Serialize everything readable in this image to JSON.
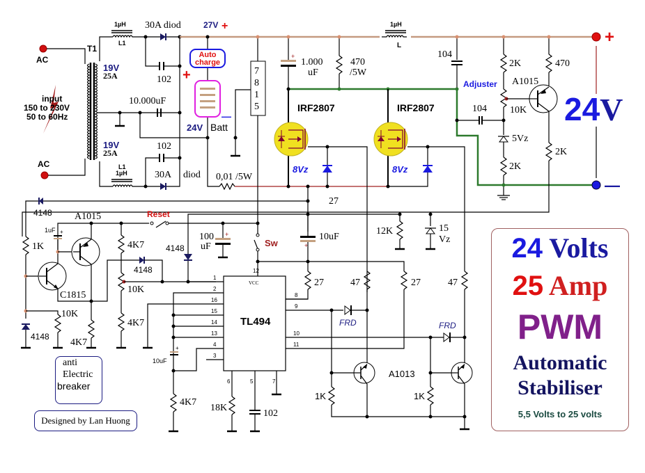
{
  "title_box": {
    "line1_num": "24",
    "line1_text": "Volts",
    "line2_num": "25",
    "line2_text": "Amp",
    "line3": "PWM",
    "line4": "Automatic",
    "line5": "Stabiliser",
    "line6": "5,5 Volts to 25 volts"
  },
  "output": {
    "voltage_num": "24",
    "voltage_unit": "V",
    "plus": "+",
    "minus": "—"
  },
  "notes": {
    "anti_breaker": [
      "anti",
      "Electric",
      "breaker"
    ],
    "designed_by": "Designed by Lan Huong"
  },
  "input": {
    "ac_top": "AC",
    "ac_bottom": "AC",
    "label_line1": "input",
    "label_line2": "150 to 230V",
    "label_line3": "50 to 60Hz"
  },
  "transformer": {
    "name": "T1",
    "secondary_top_v": "19V",
    "secondary_top_a": "25A",
    "secondary_bot_v": "19V",
    "secondary_bot_a": "25A"
  },
  "rectifier": {
    "inductor_top_value": "1µH",
    "inductor_top_name": "L1",
    "inductor_bot_value": "1µH",
    "inductor_bot_name": "L1",
    "diode_top": "30A diod",
    "diode_bot_a": "30A",
    "diode_bot_b": "diod",
    "cap_top": "102",
    "cap_mid": "10.000uF",
    "cap_bot": "102",
    "rail_voltage": "27V",
    "rail_plus": "+"
  },
  "battery": {
    "auto_line1": "Auto",
    "auto_line2": "charge",
    "plus": "+",
    "minus": "—",
    "voltage": "24V",
    "name": "Batt",
    "shunt": "0,01 /5W"
  },
  "regulator": {
    "digits": [
      "7",
      "8",
      "1",
      "5"
    ]
  },
  "power_stage": {
    "cap_1000_line1": "1.000",
    "cap_1000_line2": "uF",
    "res_470_line1": "470",
    "res_470_line2": "/5W",
    "mosfet_1": "IRF2807",
    "mosfet_2": "IRF2807",
    "zener_1": "8Vz",
    "zener_2": "8Vz",
    "res_27_mid": "27",
    "inductor_out_value": "1µH",
    "inductor_out_name": "L"
  },
  "feedback": {
    "cap_104_top": "104",
    "cap_104_mid": "104",
    "adjuster": "Adjuster",
    "res_2k_top": "2K",
    "pot_10k": "10K",
    "zener_5v": "5Vz",
    "res_2k_bot": "2K",
    "res_470": "470",
    "transistor": "A1015",
    "res_2k_right": "2K"
  },
  "protection": {
    "diode_4148_top": "4148",
    "transistor_a1015": "A1015",
    "transistor_c1815": "C1815",
    "cap_1uf": "1uF",
    "res_1k": "1K",
    "res_4k7_a": "4K7",
    "res_4k7_b": "4K7",
    "res_4k7_c": "4K7",
    "pot_10k": "10K",
    "diode_4148_mid": "4148",
    "diode_4148_right": "4148",
    "diode_4148_bot": "4148",
    "res_10k": "10K",
    "reset": "Reset",
    "cap_100_line1": "100",
    "cap_100_line2": "uF",
    "sw": "Sw",
    "cap_10uf_top": "10uF",
    "res_27_a": "27",
    "res_12k": "12K",
    "zener_15_line1": "15",
    "zener_15_line2": "Vz"
  },
  "tl494": {
    "name": "TL494",
    "vcc": "VCC",
    "pins_left": [
      "1",
      "2",
      "16",
      "15",
      "14",
      "13",
      "4",
      "3"
    ],
    "pins_right": [
      "8",
      "9",
      "10",
      "11"
    ],
    "pin_top": "12",
    "pins_bottom": [
      "6",
      "5",
      "7"
    ],
    "cap_10uf": "10uF",
    "res_4k7": "4K7",
    "res_18k": "18K",
    "cap_102": "102"
  },
  "driver": {
    "res_47_a": "47",
    "res_47_b": "47",
    "res_27_b": "27",
    "frd_1": "FRD",
    "frd_2": "FRD",
    "transistor": "A1013",
    "res_1k_a": "1K",
    "res_1k_b": "1K"
  }
}
